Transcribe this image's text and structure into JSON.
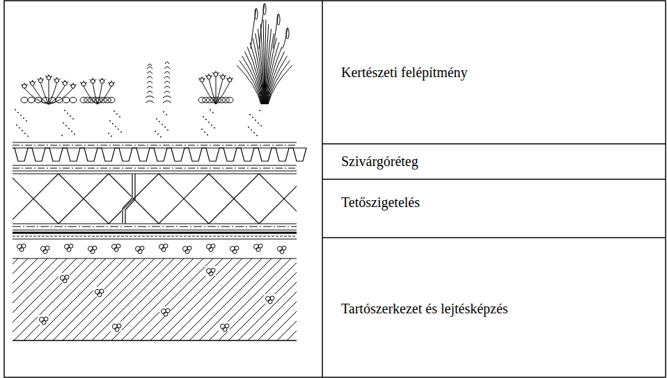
{
  "diagram": {
    "labels": [
      "Kertészeti felépítmény",
      "Szivárgóréteg",
      "Tetőszigetelés",
      "Tartószerkezet és lejtésképzés"
    ]
  }
}
